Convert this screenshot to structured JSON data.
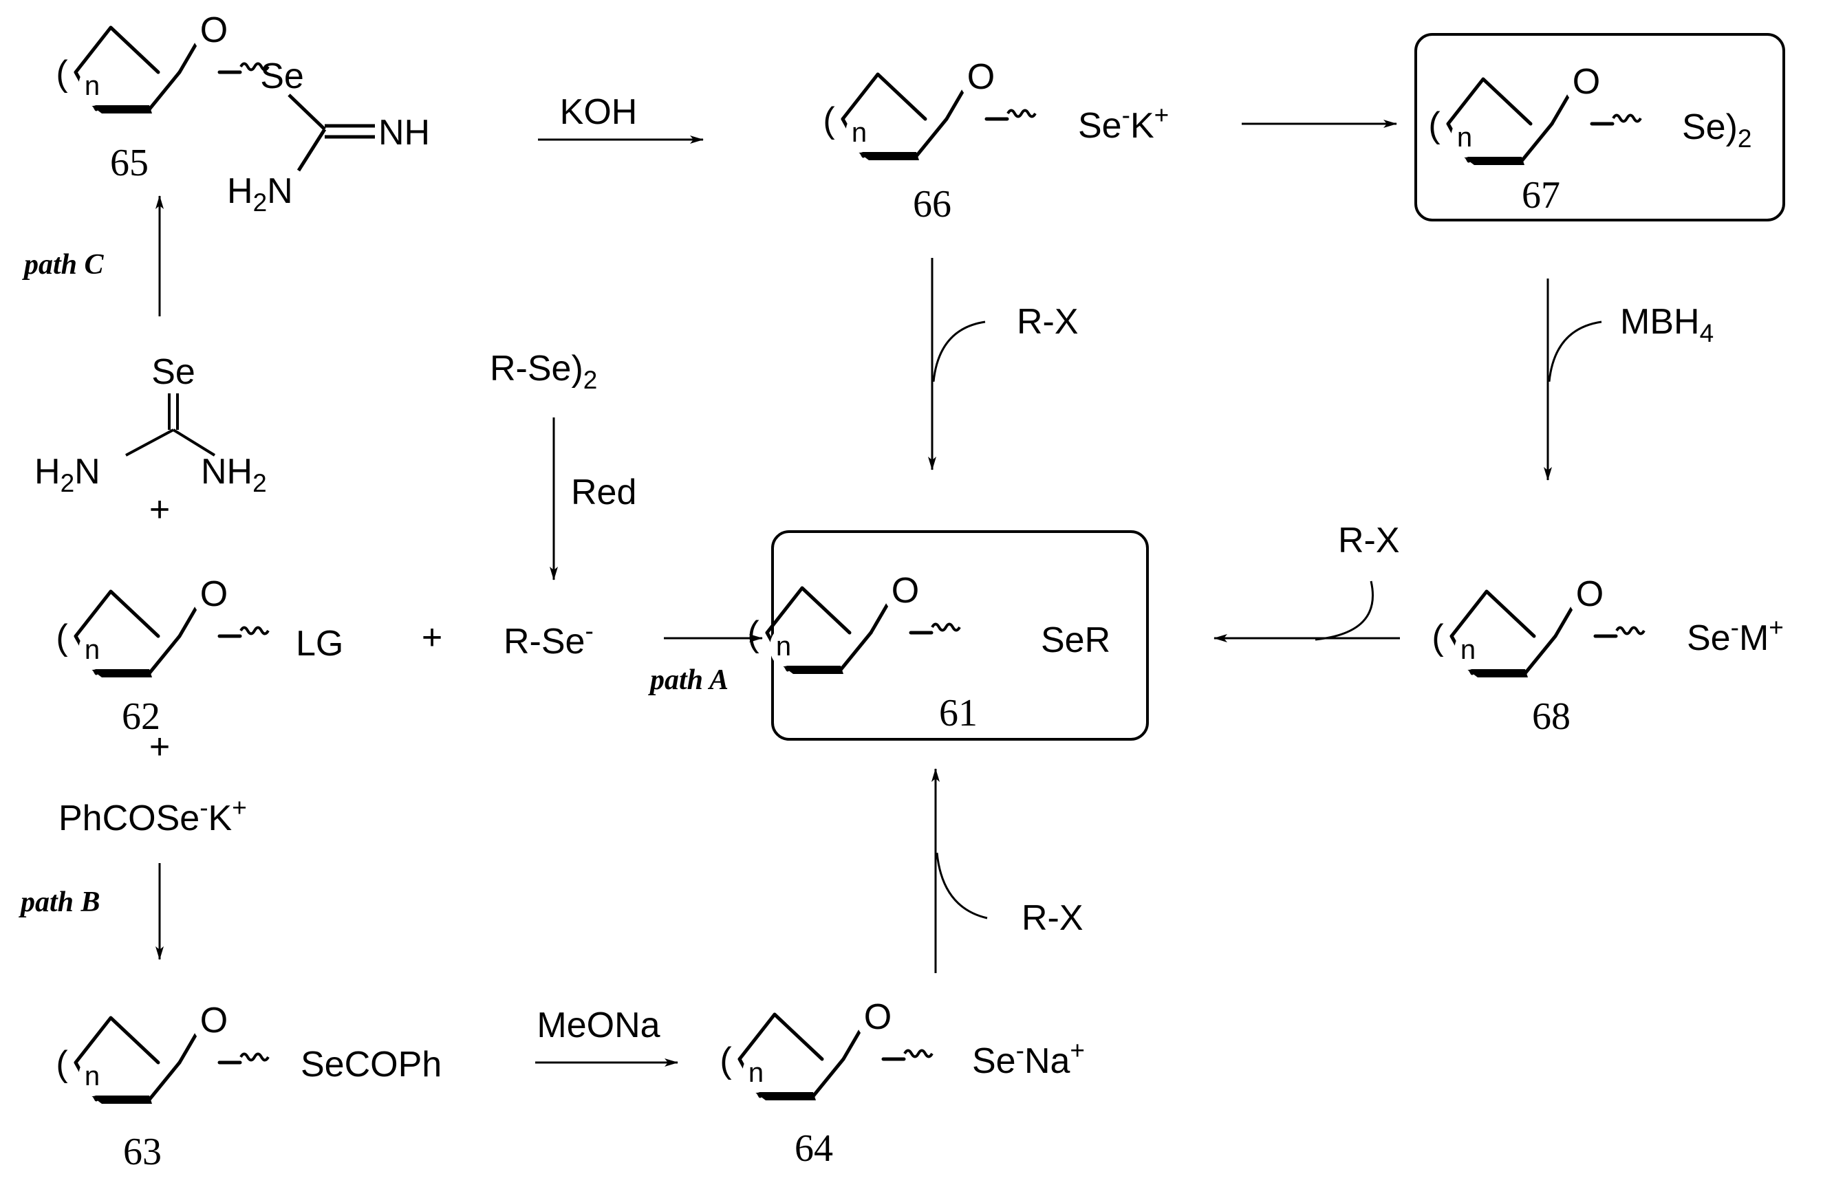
{
  "ring": {
    "oxygen": "O",
    "ring_size_label": "n",
    "paren": "("
  },
  "compounds": {
    "c65": {
      "number": "65",
      "substituent": "Se",
      "nh": "NH",
      "h2n_h": "H",
      "h2n_2": "2",
      "h2n_n": "N"
    },
    "c66": {
      "number": "66",
      "se": "Se",
      "charge_minus": "-",
      "cation": "K",
      "charge_plus": "+"
    },
    "c67": {
      "number": "67",
      "se": "Se)",
      "subscript": "2"
    },
    "c61": {
      "number": "61",
      "substituent": "SeR"
    },
    "c68": {
      "number": "68",
      "se": "Se",
      "charge_minus": "-",
      "cation": "M",
      "charge_plus": "+"
    },
    "c62": {
      "number": "62",
      "substituent": "LG"
    },
    "c63": {
      "number": "63",
      "substituent": "SeCOPh"
    },
    "c64": {
      "number": "64",
      "se": "Se",
      "charge_minus": "-",
      "cation": "Na",
      "charge_plus": "+"
    }
  },
  "selenourea": {
    "se": "Se",
    "left_h": "H",
    "left_2": "2",
    "left_n": "N",
    "right_nh": "NH",
    "right_2": "2"
  },
  "diselenide": {
    "text": "R-Se)",
    "subscript": "2"
  },
  "selenolate": {
    "text": "R-Se",
    "charge": "-"
  },
  "potassium_selenobenzoate": {
    "text": "PhCOSe",
    "charge_minus": "-",
    "cation": "K",
    "charge_plus": "+"
  },
  "plus_signs": {
    "under_selenourea": "+",
    "between_62_and_selenolate": "+",
    "under_62": "+"
  },
  "reagents": {
    "koh": "KOH",
    "rx_66_to_61": "R-X",
    "mbh4": "MBH",
    "mbh4_sub": "4",
    "red": "Red",
    "rx_68_to_61": "R-X",
    "rx_64_to_61": "R-X",
    "meona": "MeONa"
  },
  "paths": {
    "a": "path A",
    "b": "path B",
    "c": "path C"
  }
}
